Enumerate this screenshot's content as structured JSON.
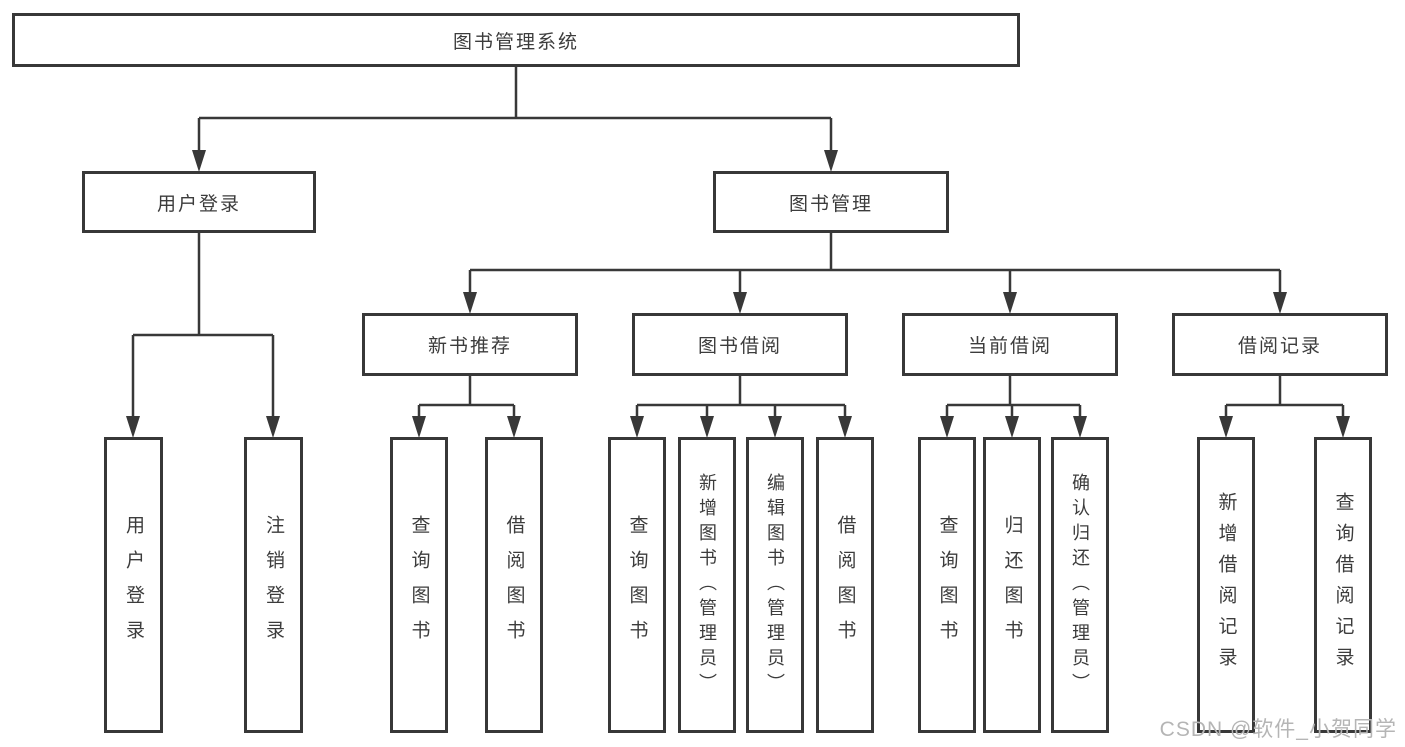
{
  "diagram": {
    "root": {
      "label": "图书管理系统"
    },
    "level2": [
      {
        "label": "用户登录"
      },
      {
        "label": "图书管理"
      }
    ],
    "level3": [
      {
        "label": "新书推荐"
      },
      {
        "label": "图书借阅"
      },
      {
        "label": "当前借阅"
      },
      {
        "label": "借阅记录"
      }
    ],
    "leaves": {
      "user_login": [
        "用户登录",
        "注销登录"
      ],
      "new_book": [
        "查询图书",
        "借阅图书"
      ],
      "book_borrow": [
        "查询图书",
        "新增图书（管理员）",
        "编辑图书（管理员）",
        "借阅图书"
      ],
      "current_borrow": [
        "查询图书",
        "归还图书",
        "确认归还（管理员）"
      ],
      "borrow_records": [
        "新增借阅记录",
        "查询借阅记录"
      ]
    },
    "colors": {
      "line": "#383838",
      "box_border": "#383838",
      "text": "#3c3c3c",
      "background": "#ffffff",
      "watermark": "#b5b5b5"
    }
  },
  "watermark": {
    "text": "CSDN @软件_小贺同学"
  }
}
